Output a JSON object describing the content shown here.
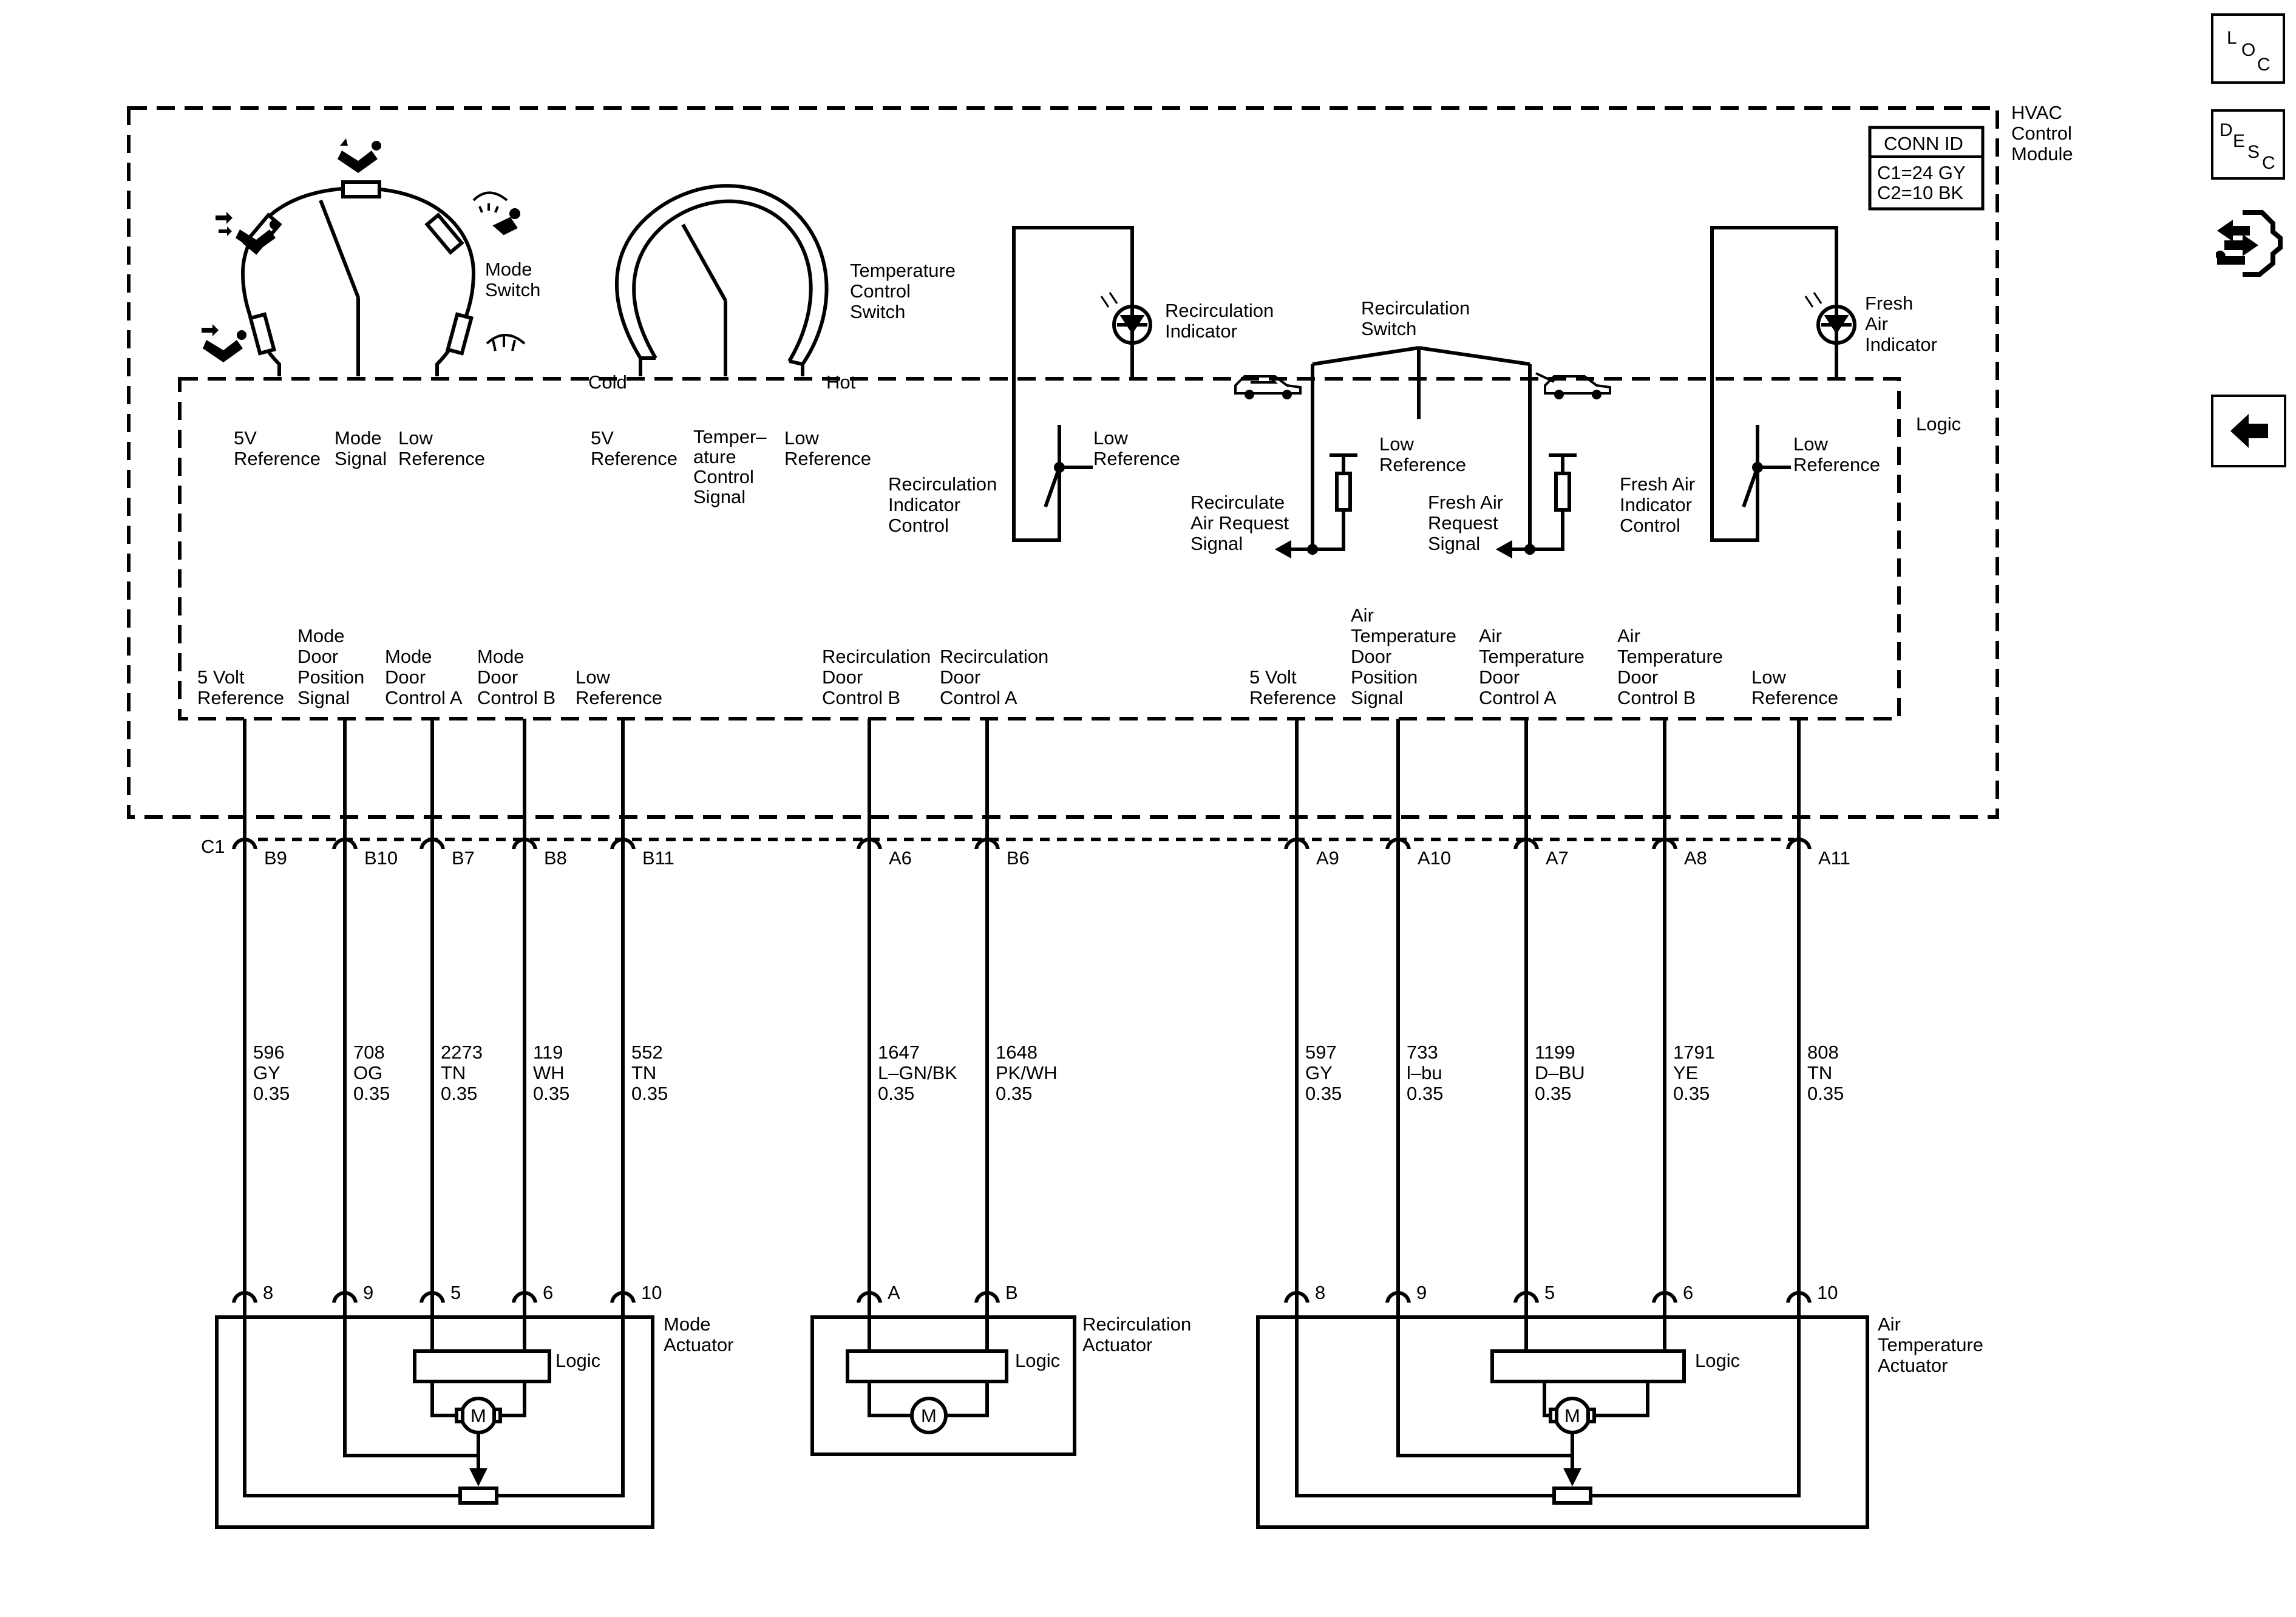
{
  "module": {
    "name": [
      "HVAC",
      "Control",
      "Module"
    ],
    "logic": "Logic",
    "conn_id": {
      "title": "CONN ID",
      "c1": "C1=24 GY",
      "c2": "C2=10 BK"
    },
    "connector": "C1"
  },
  "mode_switch": {
    "label": [
      "Mode",
      "Switch"
    ],
    "terminals": [
      {
        "lines": [
          "5V",
          "Reference"
        ]
      },
      {
        "lines": [
          "Mode",
          "Signal"
        ]
      },
      {
        "lines": [
          "Low",
          "Reference"
        ]
      }
    ]
  },
  "temp_switch": {
    "label": [
      "Temperature",
      "Control",
      "Switch"
    ],
    "cold": "Cold",
    "hot": "Hot",
    "terminals": [
      {
        "lines": [
          "5V",
          "Reference"
        ]
      },
      {
        "lines": [
          "Temper–",
          "ature",
          "Control",
          "Signal"
        ]
      },
      {
        "lines": [
          "Low",
          "Reference"
        ]
      }
    ]
  },
  "recirc_indicator": {
    "label": [
      "Recirculation",
      "Indicator"
    ],
    "low_ref": [
      "Low",
      "Reference"
    ],
    "control": [
      "Recirculation",
      "Indicator",
      "Control"
    ]
  },
  "recirc_switch": {
    "label": [
      "Recirculation",
      "Switch"
    ],
    "low_ref": [
      "Low",
      "Reference"
    ],
    "recirc_signal": [
      "Recirculate",
      "Air Request",
      "Signal"
    ],
    "fresh_signal": [
      "Fresh Air",
      "Request",
      "Signal"
    ]
  },
  "fresh_indicator": {
    "label": [
      "Fresh",
      "Air",
      "Indicator"
    ],
    "low_ref": [
      "Low",
      "Reference"
    ],
    "control": [
      "Fresh Air",
      "Indicator",
      "Control"
    ]
  },
  "pins": [
    {
      "name": [
        "5 Volt",
        "Reference"
      ],
      "cavity": "B9",
      "circuit": "596",
      "color": "GY",
      "gauge": "0.35",
      "term": "8"
    },
    {
      "name": [
        "Mode",
        "Door",
        "Position",
        "Signal"
      ],
      "cavity": "B10",
      "circuit": "708",
      "color": "OG",
      "gauge": "0.35",
      "term": "9"
    },
    {
      "name": [
        "Mode",
        "Door",
        "Control A"
      ],
      "cavity": "B7",
      "circuit": "2273",
      "color": "TN",
      "gauge": "0.35",
      "term": "5"
    },
    {
      "name": [
        "Mode",
        "Door",
        "Control B"
      ],
      "cavity": "B8",
      "circuit": "119",
      "color": "WH",
      "gauge": "0.35",
      "term": "6"
    },
    {
      "name": [
        "Low",
        "Reference"
      ],
      "cavity": "B11",
      "circuit": "552",
      "color": "TN",
      "gauge": "0.35",
      "term": "10"
    },
    {
      "name": [
        "Recirculation",
        "Door",
        "Control B"
      ],
      "cavity": "A6",
      "circuit": "1647",
      "color": "L–GN/BK",
      "gauge": "0.35",
      "term": "A"
    },
    {
      "name": [
        "Recirculation",
        "Door",
        "Control A"
      ],
      "cavity": "B6",
      "circuit": "1648",
      "color": "PK/WH",
      "gauge": "0.35",
      "term": "B"
    },
    {
      "name": [
        "5 Volt",
        "Reference"
      ],
      "cavity": "A9",
      "circuit": "597",
      "color": "GY",
      "gauge": "0.35",
      "term": "8"
    },
    {
      "name": [
        "Air",
        "Temperature",
        "Door",
        "Position",
        "Signal"
      ],
      "cavity": "A10",
      "circuit": "733",
      "color": "l–bu",
      "gauge": "0.35",
      "term": "9"
    },
    {
      "name": [
        "Air",
        "Temperature",
        "Door",
        "Control A"
      ],
      "cavity": "A7",
      "circuit": "1199",
      "color": "D–BU",
      "gauge": "0.35",
      "term": "5"
    },
    {
      "name": [
        "Air",
        "Temperature",
        "Door",
        "Control B"
      ],
      "cavity": "A8",
      "circuit": "1791",
      "color": "YE",
      "gauge": "0.35",
      "term": "6"
    },
    {
      "name": [
        "Low",
        "Reference"
      ],
      "cavity": "A11",
      "circuit": "808",
      "color": "TN",
      "gauge": "0.35",
      "term": "10"
    }
  ],
  "actuators": [
    {
      "label": [
        "Mode",
        "Actuator"
      ],
      "logic": "Logic",
      "motor": "M"
    },
    {
      "label": [
        "Recirculation",
        "Actuator"
      ],
      "logic": "Logic",
      "motor": "M"
    },
    {
      "label": [
        "Air",
        "Temperature",
        "Actuator"
      ],
      "logic": "Logic",
      "motor": "M"
    }
  ],
  "nav": {
    "loc": [
      "L",
      "O",
      "C"
    ],
    "desc": [
      "D",
      "E",
      "S",
      "C"
    ],
    "connector_icon": "connector-end-view-icon",
    "back_icon": "back-arrow-icon"
  }
}
